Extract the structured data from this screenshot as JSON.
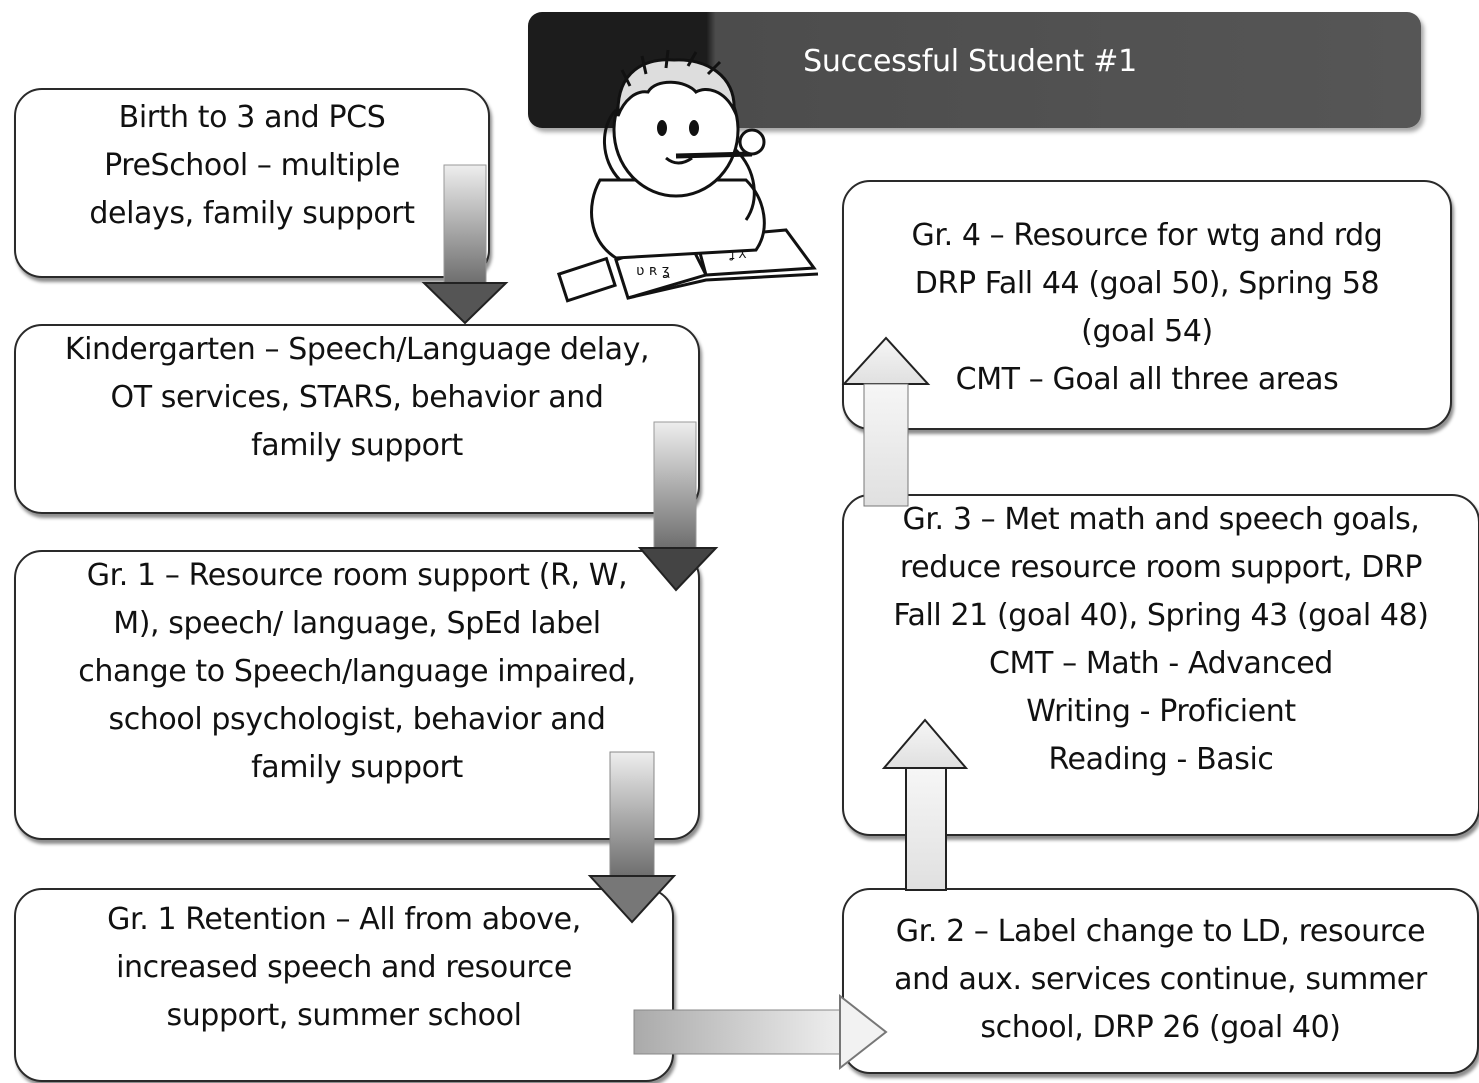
{
  "title": "Successful Student #1",
  "colors": {
    "banner_dark": "#1c1c1c",
    "banner_gray": "#565656",
    "arrow_light": "#e8e8e8",
    "arrow_dark": "#7a7a7a"
  },
  "boxes": {
    "birth": "Birth to 3 and PCS\nPreSchool – multiple\ndelays, family support",
    "kindergarten": "Kindergarten – Speech/Language delay,\nOT services,  STARS, behavior and\nfamily support",
    "grade1": "Gr. 1 – Resource room support (R, W,\nM), speech/ language, SpEd label\nchange to Speech/language impaired,\nschool psychologist,   behavior and\nfamily support",
    "grade1_retention": "Gr. 1 Retention – All from above,\nincreased speech and resource\nsupport, summer school",
    "grade2": "Gr. 2 – Label change to LD, resource\nand aux. services continue, summer\nschool,  DRP 26 (goal 40)",
    "grade3": "Gr. 3 – Met math and speech goals,\nreduce resource room support, DRP\nFall 21 (goal 40), Spring 43 (goal 48)\nCMT – Math - Advanced\nWriting - Proficient\nReading - Basic",
    "grade4": "Gr. 4 – Resource for wtg and rdg\nDRP Fall 44 (goal 50), Spring 58\n(goal 54)\nCMT – Goal all three areas"
  },
  "clipart_icon": "student-studying-icon"
}
